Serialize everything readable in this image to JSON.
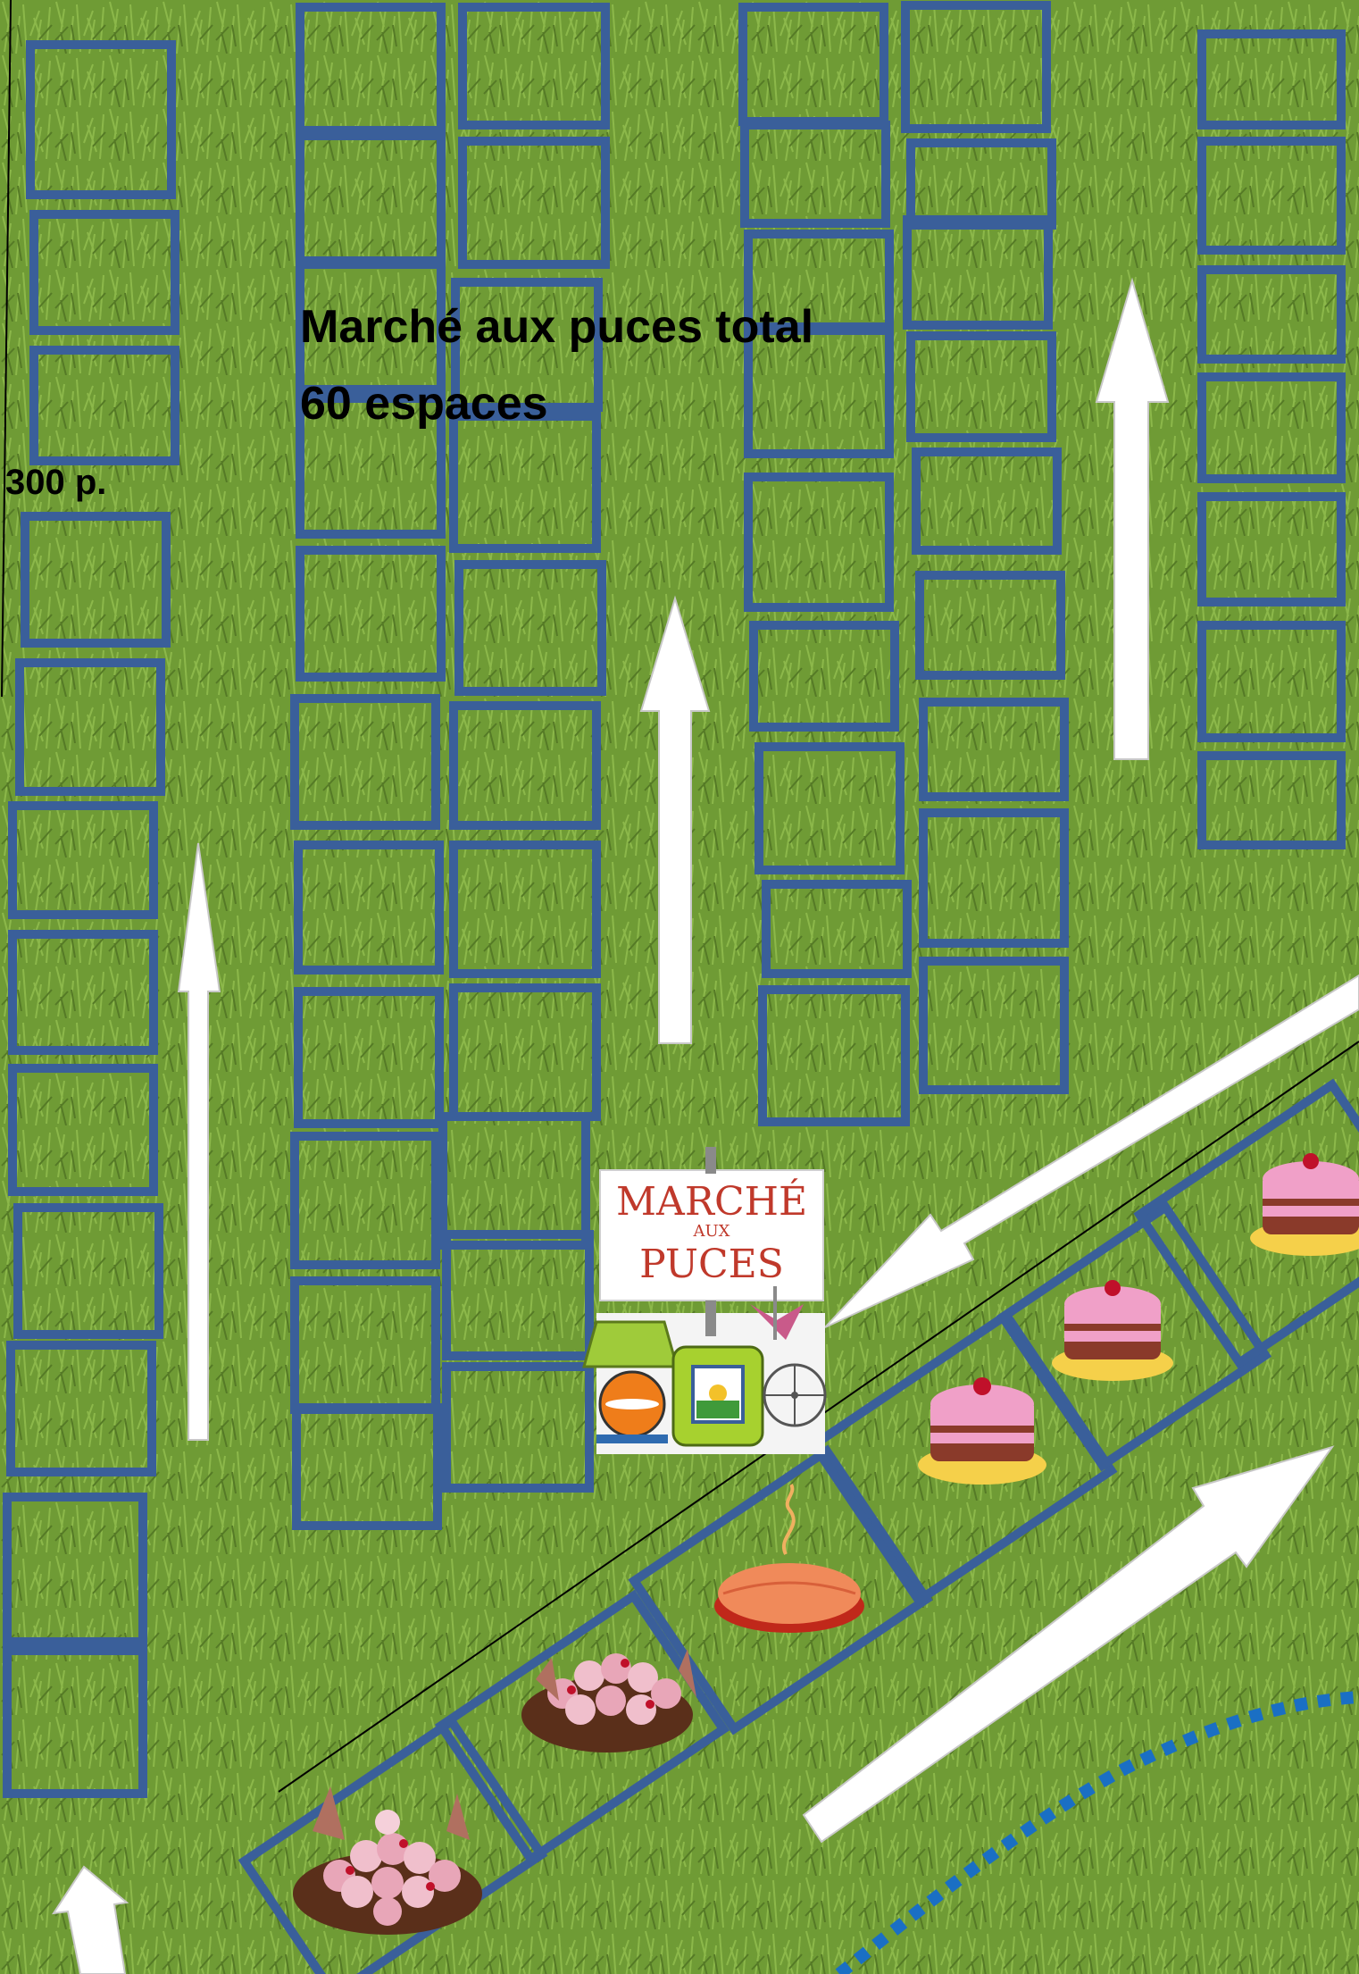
{
  "map": {
    "title_line1": "Marché aux puces total",
    "title_line2": "60 espaces",
    "capacity_label": "300 p.",
    "sign": {
      "line1": "MARCHÉ",
      "line2": "AUX",
      "line3": "PUCES"
    },
    "colors": {
      "grass": "#6f9b35",
      "stall_outline": "#3a5f9a",
      "arrow": "#ffffff",
      "path_dots": "#1a6fc4"
    },
    "icons": [
      "cupcake-platter-icon",
      "pie-icon",
      "cake-icon",
      "flea-market-sign-icon",
      "arrow-icon"
    ]
  }
}
